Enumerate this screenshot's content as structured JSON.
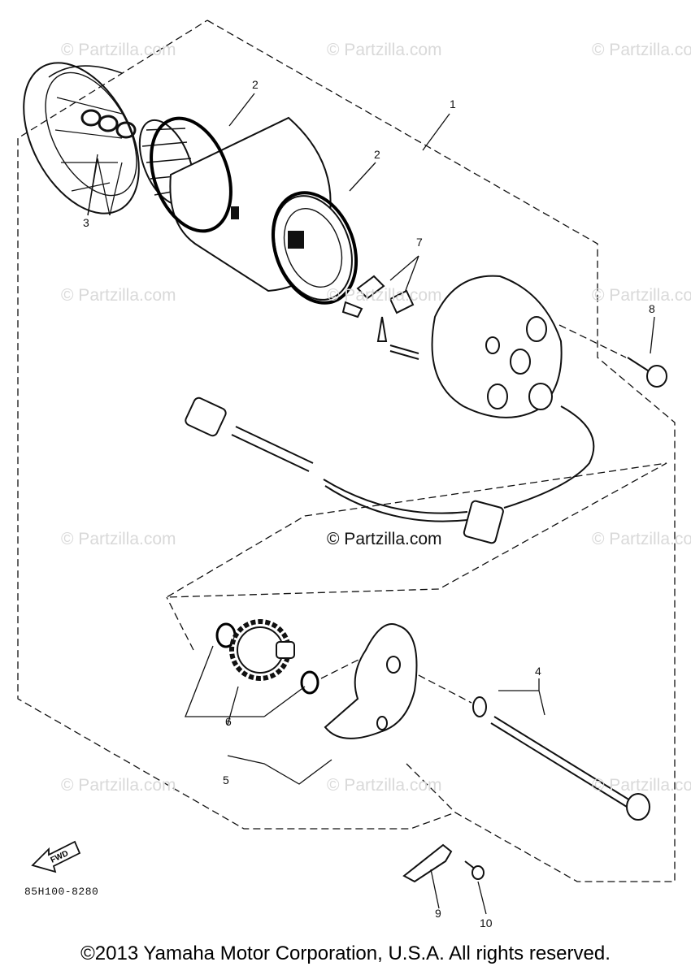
{
  "watermark": "© Partzilla.com",
  "center_watermark": "© Partzilla.com",
  "callouts": {
    "p1": "1",
    "p2a": "2",
    "p2b": "2",
    "p3": "3",
    "p4": "4",
    "p5": "5",
    "p6": "6",
    "p7": "7",
    "p8": "8",
    "p9": "9",
    "p10": "10"
  },
  "fwd_label": "FWD",
  "diagram_code": "85H100-8280",
  "copyright": "©2013 Yamaha Motor Corporation, U.S.A. All rights reserved."
}
